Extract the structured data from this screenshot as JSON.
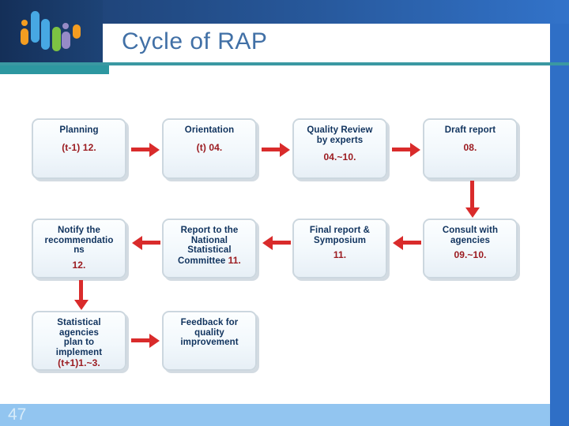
{
  "slide": {
    "title": "Cycle of RAP",
    "page_number": "47"
  },
  "flow": {
    "boxes": [
      {
        "title": "Planning",
        "date": "(t-1) 12."
      },
      {
        "title": "Orientation",
        "date": "(t) 04."
      },
      {
        "title": "Quality Review\nby experts",
        "date": "04.~10."
      },
      {
        "title": "Draft report",
        "date": "08."
      },
      {
        "title": "Notify the\nrecommendatio\nns",
        "date": "12."
      },
      {
        "title": "Report to the\nNational\nStatistical\nCommittee",
        "date": "11."
      },
      {
        "title": "Final report &\nSymposium",
        "date": "11."
      },
      {
        "title": "Consult with\nagencies",
        "date": "09.~10."
      },
      {
        "title": "Statistical\nagencies\nplan to\nimplement",
        "date": "(t+1)1.~3."
      },
      {
        "title": "Feedback for\nquality\nimprovement",
        "date": ""
      }
    ],
    "arrows": [
      {
        "from": "Planning",
        "to": "Orientation",
        "direction": "right"
      },
      {
        "from": "Orientation",
        "to": "Quality Review by experts",
        "direction": "right"
      },
      {
        "from": "Quality Review by experts",
        "to": "Draft report",
        "direction": "right"
      },
      {
        "from": "Draft report",
        "to": "Consult with agencies",
        "direction": "down"
      },
      {
        "from": "Consult with agencies",
        "to": "Final report & Symposium",
        "direction": "left"
      },
      {
        "from": "Final report & Symposium",
        "to": "Report to the National Statistical Committee",
        "direction": "left"
      },
      {
        "from": "Report to the National Statistical Committee",
        "to": "Notify the recommendations",
        "direction": "left"
      },
      {
        "from": "Notify the recommendations",
        "to": "Statistical agencies plan to implement",
        "direction": "down"
      },
      {
        "from": "Statistical agencies plan to implement",
        "to": "Feedback for quality improvement",
        "direction": "right"
      }
    ]
  },
  "colors": {
    "title_blue": "#4170a6",
    "accent_teal": "#2d97a0",
    "right_bar_blue": "#2f6fc6",
    "bottom_bar_blue": "#92c5f0",
    "box_title_navy": "#10335e",
    "date_red": "#9b1b20",
    "arrow_red": "#d92b2b"
  },
  "icons": {
    "logo": "bar-chart-logo"
  }
}
